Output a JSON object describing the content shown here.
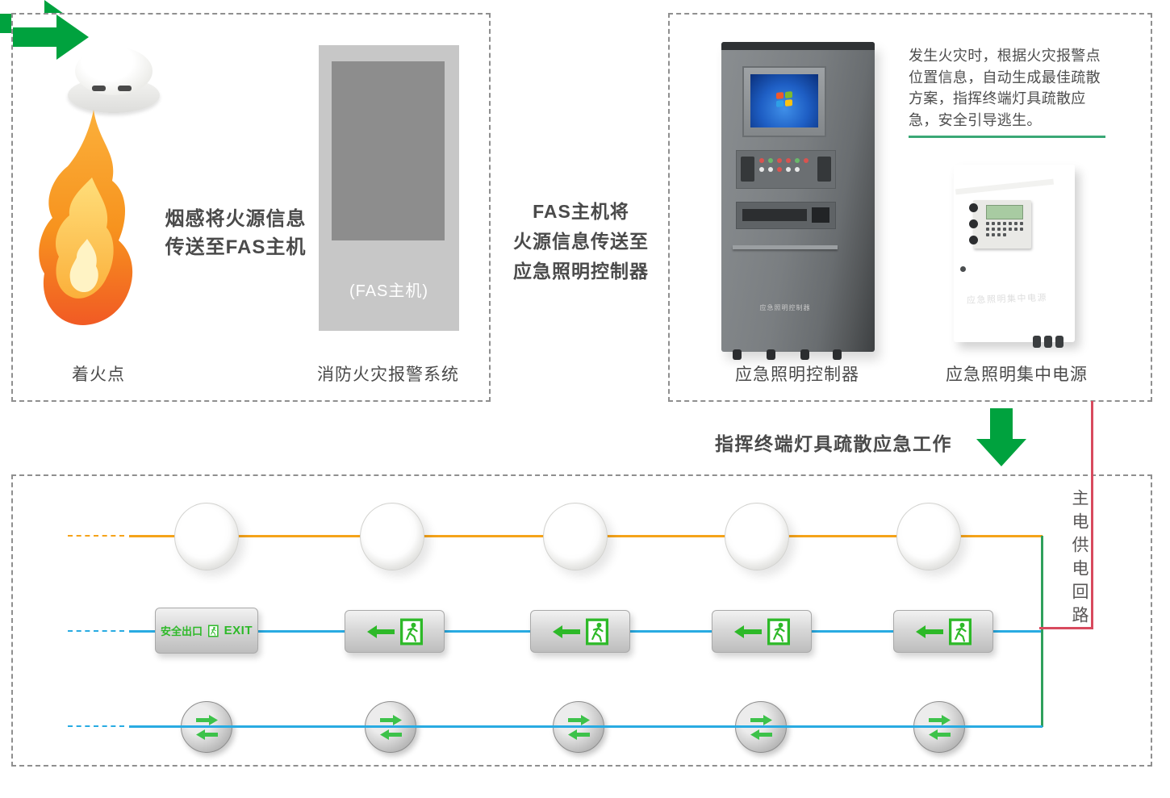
{
  "colors": {
    "arrow_green": "#00A23E",
    "wire_orange": "#F5A31A",
    "wire_blue": "#29ABE2",
    "wire_green": "#2FA05C",
    "wire_red": "#D84A5E",
    "underline_green": "#3AA876",
    "exit_green": "#2DB928",
    "text_gray": "#4A4A4A"
  },
  "box_fire": {
    "caption_fire_point": "着火点",
    "caption_fas_system": "消防火灾报警系统",
    "fas_host_label": "(FAS主机)",
    "arrow_text": {
      "line1": "烟感将火源信息",
      "line2": "传送至FAS主机"
    }
  },
  "flow_arrow": {
    "line1": "FAS主机将",
    "line2": "火源信息传送至",
    "line3": "应急照明控制器"
  },
  "box_control": {
    "description": "发生火灾时，根据火灾报警点位置信息，自动生成最佳疏散方案，指挥终端灯具疏散应急，安全引导逃生。",
    "caption_controller": "应急照明控制器",
    "caption_power": "应急照明集中电源",
    "cabinet_door_label": "应急照明控制器",
    "power_unit_label": "应急照明集中电源"
  },
  "command": {
    "text": "指挥终端灯具疏散应急工作"
  },
  "circuit": {
    "main_power_label": "主电供电回路",
    "exit_sign_cn": "安全出口",
    "exit_sign_en": "EXIT",
    "downlight_count": 5,
    "exit_sign_count": 5,
    "floor_light_count": 5
  }
}
